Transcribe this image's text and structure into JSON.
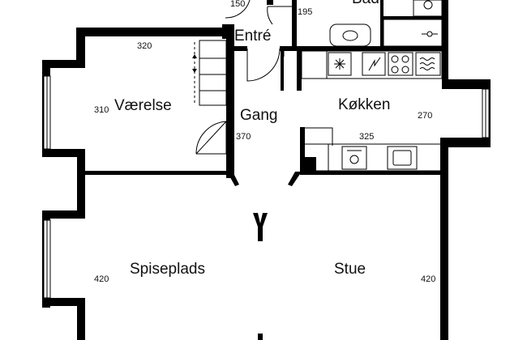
{
  "rooms": {
    "bad": "Bad",
    "entre": "Entré",
    "vaerelse": "Værelse",
    "gang": "Gang",
    "kokken": "Køkken",
    "spiseplads": "Spiseplads",
    "stue": "Stue"
  },
  "dimensions": {
    "d150": "150",
    "d195": "195",
    "d320": "320",
    "d310": "310",
    "d370": "370",
    "d270": "270",
    "d325": "325",
    "d420_left": "420",
    "d420_right": "420"
  },
  "icons": [
    "snowflake-icon",
    "lightning-icon",
    "stove-icon",
    "dishwasher-icon",
    "sink-icon",
    "washbasin-icon",
    "toilet-icon",
    "shower-icon",
    "washer-icon"
  ]
}
